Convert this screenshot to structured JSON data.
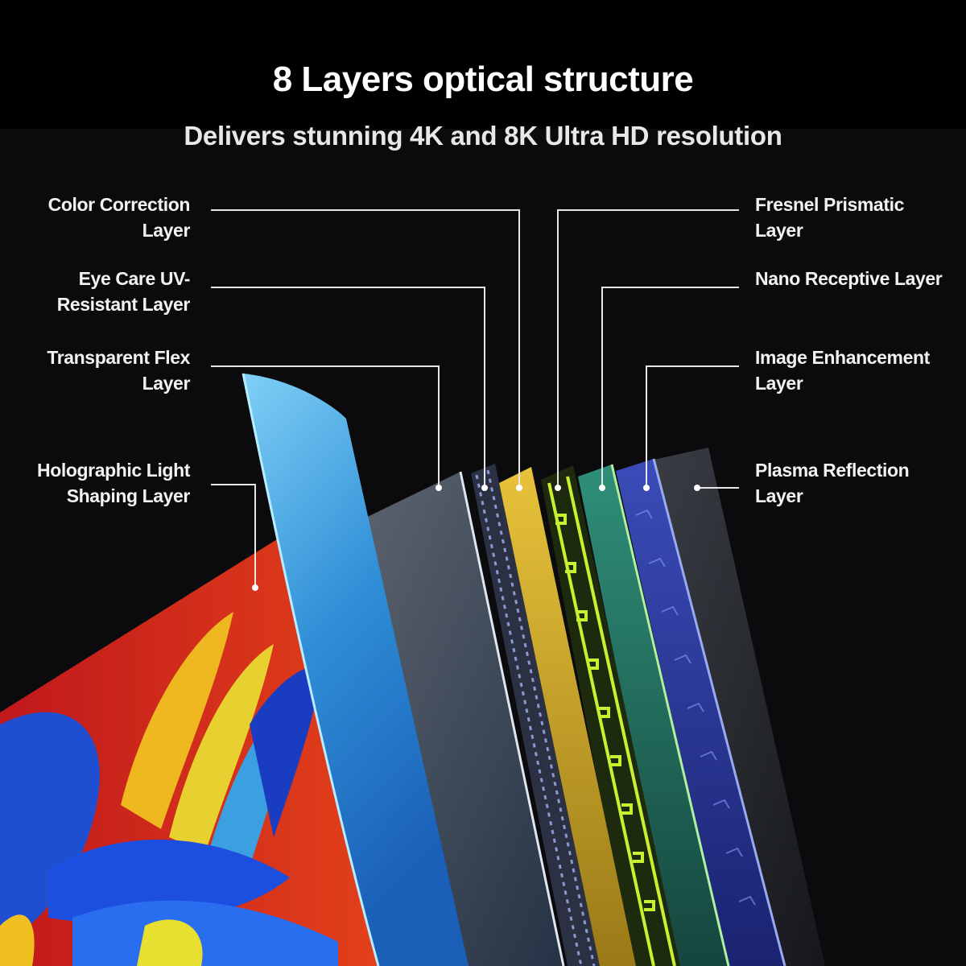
{
  "header": {
    "title": "8 Layers optical structure",
    "subtitle": "Delivers stunning 4K and 8K Ultra HD resolution"
  },
  "labels": {
    "color_correction": "Color Correction Layer",
    "eye_care": "Eye Care UV- Resistant Layer",
    "transparent_flex": "Transparent Flex Layer",
    "holographic": "Holographic Light Shaping Layer",
    "fresnel": "Fresnel Prismatic Layer",
    "nano_receptive": "Nano Receptive Layer",
    "image_enhancement": "Image Enhancement Layer",
    "plasma": "Plasma Reflection Layer"
  },
  "colors": {
    "background": "#0b0b0d",
    "leader_line": "#e6e6e6",
    "front_panel": "#3aa0e0",
    "grey_layer": "#4a5a6a",
    "gold_layer": "#d8b030",
    "green_layer": "#b8e030",
    "teal_layer": "#2a8070",
    "blue_layer": "#3040a0"
  }
}
